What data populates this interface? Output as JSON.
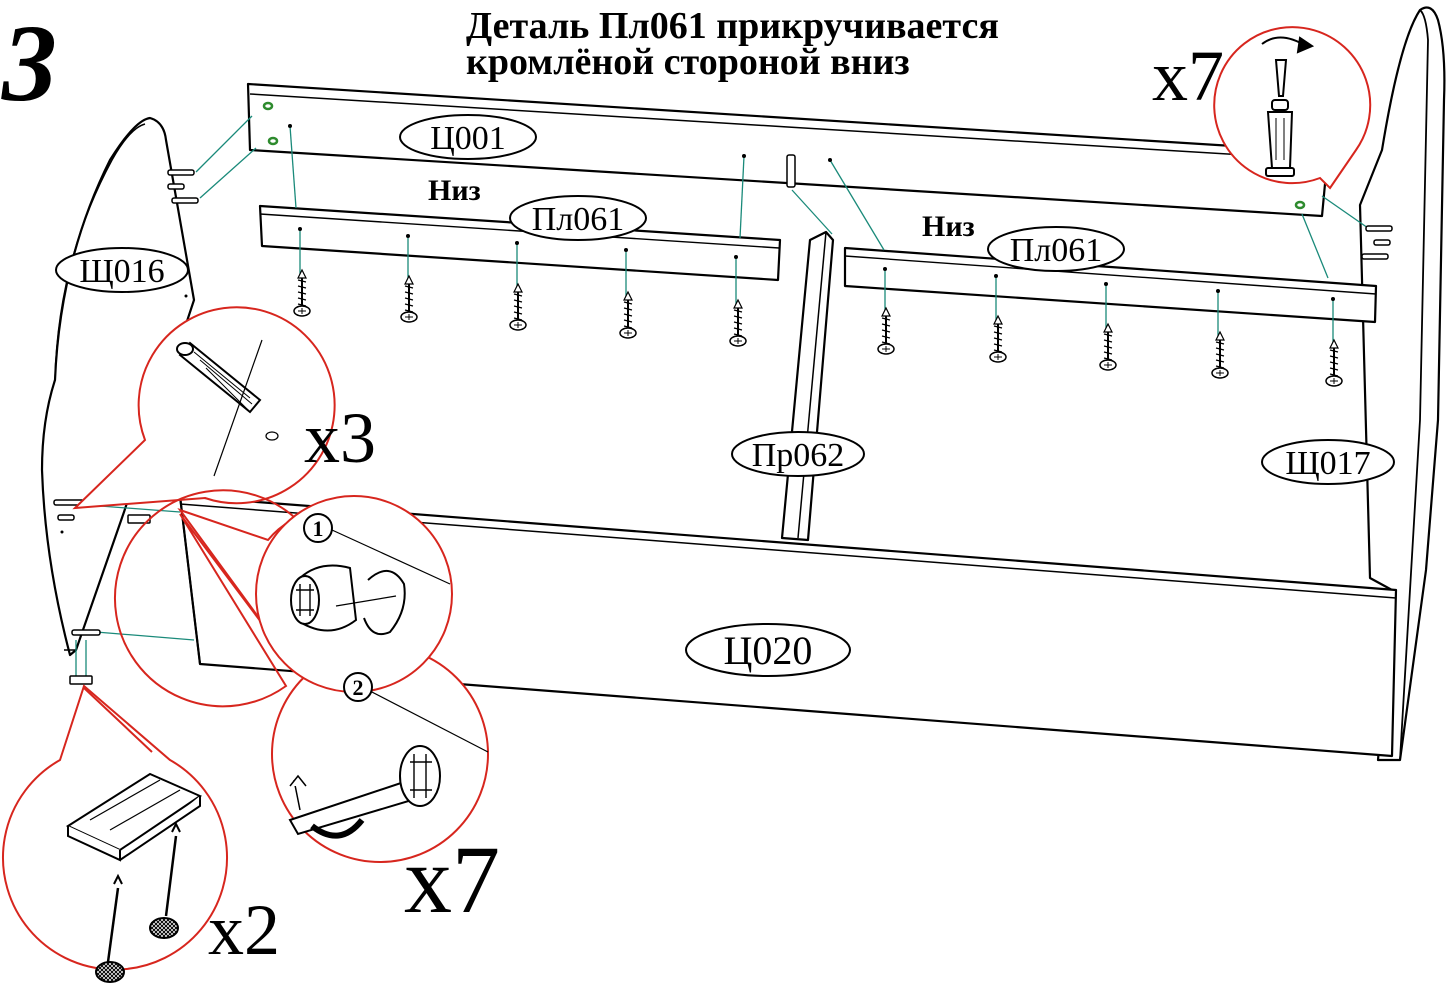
{
  "step_number": "3",
  "instruction": {
    "line1": "Деталь Пл061 прикручивается",
    "line2": "кромлёной стороной вниз"
  },
  "part_labels": {
    "p_ts001": "Ц001",
    "p_pl061_left": "Пл061",
    "p_pl061_right": "Пл061",
    "p_shch016": "Щ016",
    "p_pr062": "Пр062",
    "p_shch017": "Щ017",
    "p_ts020": "Ц020"
  },
  "orientation": {
    "left": "Низ",
    "right": "Низ"
  },
  "quantities": {
    "screwdriver": "x7",
    "dowel": "x3",
    "cam": "x7",
    "runner": "x2"
  },
  "steps": {
    "one": "1",
    "two": "2"
  },
  "colors": {
    "line": "#000000",
    "callout": "#d7261e",
    "guide": "#1a8a7a",
    "hole": "#2e8b2e"
  }
}
